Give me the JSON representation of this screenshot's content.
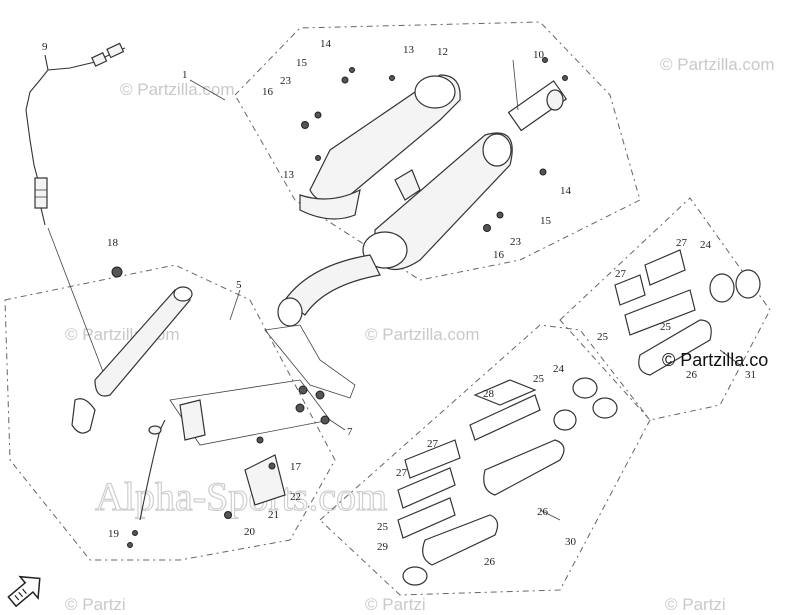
{
  "labels": [
    {
      "id": "l1",
      "text": "1"
    },
    {
      "id": "l5",
      "text": "5"
    },
    {
      "id": "l7",
      "text": "7"
    },
    {
      "id": "l9",
      "text": "9"
    },
    {
      "id": "l10",
      "text": "10"
    },
    {
      "id": "l12",
      "text": "12"
    },
    {
      "id": "l13a",
      "text": "13"
    },
    {
      "id": "l13b",
      "text": "13"
    },
    {
      "id": "l14a",
      "text": "14"
    },
    {
      "id": "l14b",
      "text": "14"
    },
    {
      "id": "l15a",
      "text": "15"
    },
    {
      "id": "l15b",
      "text": "15"
    },
    {
      "id": "l16a",
      "text": "16"
    },
    {
      "id": "l16b",
      "text": "16"
    },
    {
      "id": "l17",
      "text": "17"
    },
    {
      "id": "l18",
      "text": "18"
    },
    {
      "id": "l19",
      "text": "19"
    },
    {
      "id": "l20",
      "text": "20"
    },
    {
      "id": "l21",
      "text": "21"
    },
    {
      "id": "l22",
      "text": "22"
    },
    {
      "id": "l23a",
      "text": "23"
    },
    {
      "id": "l23b",
      "text": "23"
    },
    {
      "id": "l24a",
      "text": "24"
    },
    {
      "id": "l24b",
      "text": "24"
    },
    {
      "id": "l25a",
      "text": "25"
    },
    {
      "id": "l25b",
      "text": "25"
    },
    {
      "id": "l25c",
      "text": "25"
    },
    {
      "id": "l25d",
      "text": "25"
    },
    {
      "id": "l26a",
      "text": "26"
    },
    {
      "id": "l26b",
      "text": "26"
    },
    {
      "id": "l26c",
      "text": "26"
    },
    {
      "id": "l27a",
      "text": "27"
    },
    {
      "id": "l27b",
      "text": "27"
    },
    {
      "id": "l27c",
      "text": "27"
    },
    {
      "id": "l27d",
      "text": "27"
    },
    {
      "id": "l28",
      "text": "28"
    },
    {
      "id": "l29",
      "text": "29"
    },
    {
      "id": "l30",
      "text": "30"
    },
    {
      "id": "l31",
      "text": "31"
    }
  ],
  "watermarks": {
    "partzilla": "© Partzilla.com",
    "partzilla_short": "© Partzi",
    "partzilla_edge": "© Partzilla.co",
    "alpha": "Alpha-Sports.com"
  }
}
